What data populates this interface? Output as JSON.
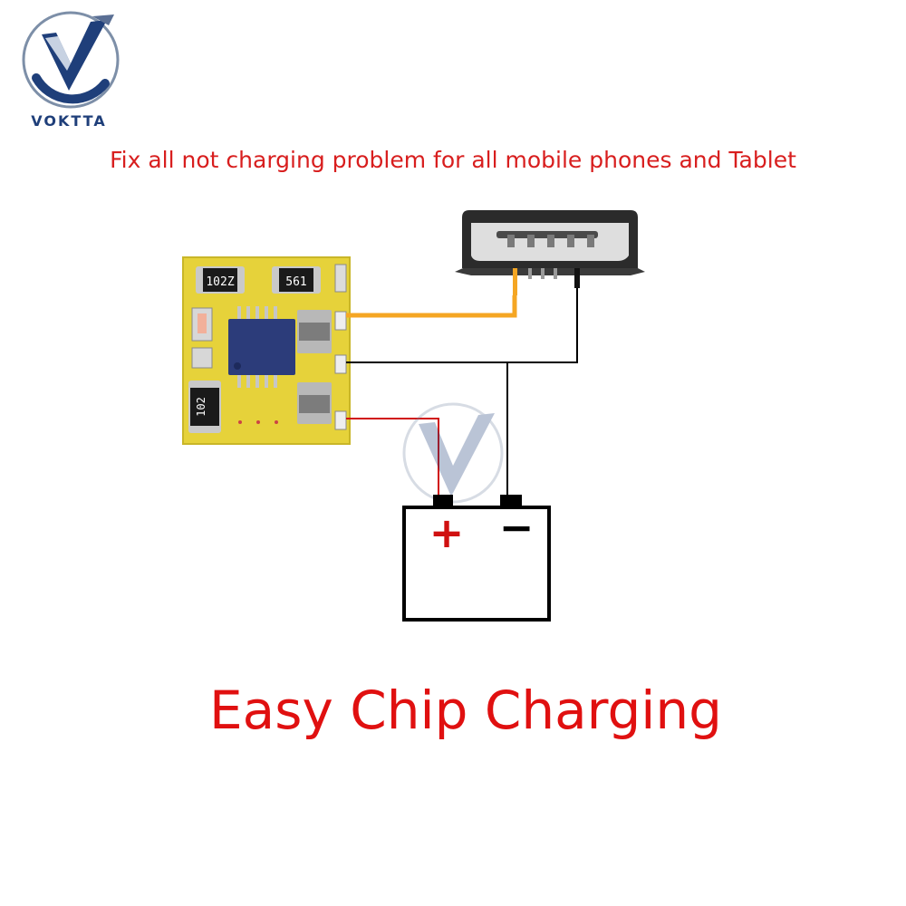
{
  "brand": {
    "name": "VOKTTA",
    "logo_icon": "voktta-v-logo",
    "color": "#1f3f7a"
  },
  "headline": "Fix all not charging problem for all mobile phones and Tablet",
  "title": "Easy Chip Charging",
  "pcb": {
    "resistor_labels": [
      "102Z",
      "561",
      "102"
    ],
    "color": "#e6d23a"
  },
  "battery": {
    "positive_symbol": "+",
    "negative_symbol": "−"
  },
  "colors": {
    "red_text": "#e01010",
    "wire_positive": "#d01010",
    "wire_data": "#f5a623",
    "wire_ground": "#000000"
  }
}
